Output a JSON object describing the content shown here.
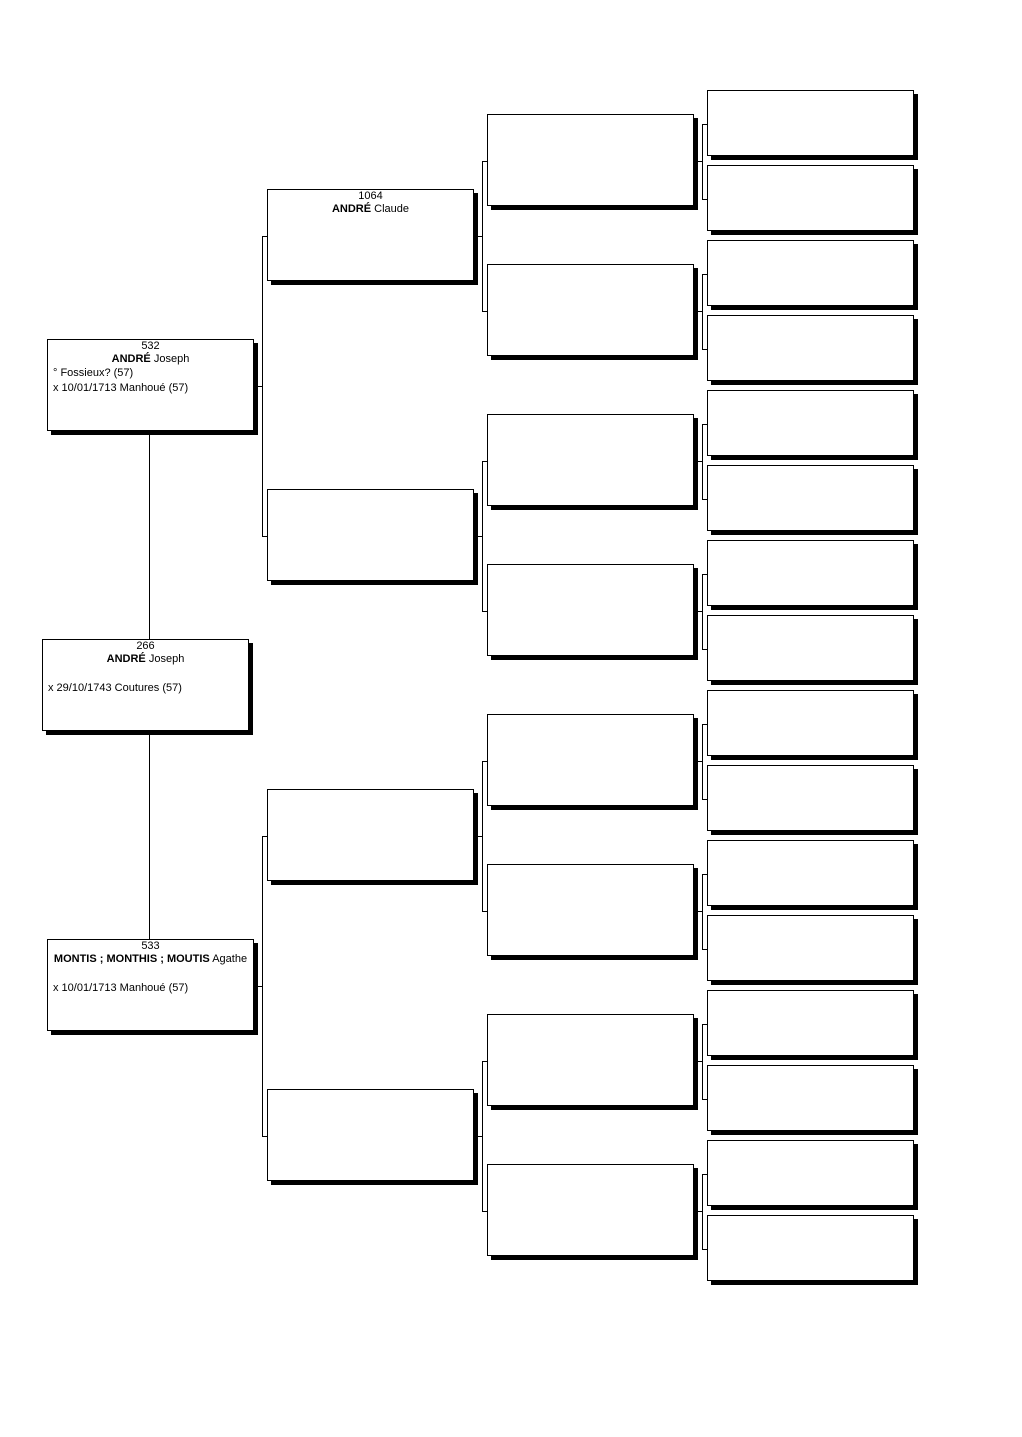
{
  "persons": {
    "p266": {
      "number": "266",
      "surname": "ANDRÉ",
      "given": "Joseph",
      "birth": "",
      "marriage": "x 29/10/1743 Coutures (57)"
    },
    "p532": {
      "number": "532",
      "surname": "ANDRÉ",
      "given": "Joseph",
      "birth": "° Fossieux? (57)",
      "marriage": "x 10/01/1713 Manhoué (57)"
    },
    "p533": {
      "number": "533",
      "surname": "MONTIS ; MONTHIS ; MOUTIS",
      "given": "Agathe",
      "birth": "",
      "marriage": "x 10/01/1713 Manhoué (57)"
    },
    "p1064": {
      "number": "1064",
      "surname": "ANDRÉ",
      "given": "Claude"
    }
  }
}
